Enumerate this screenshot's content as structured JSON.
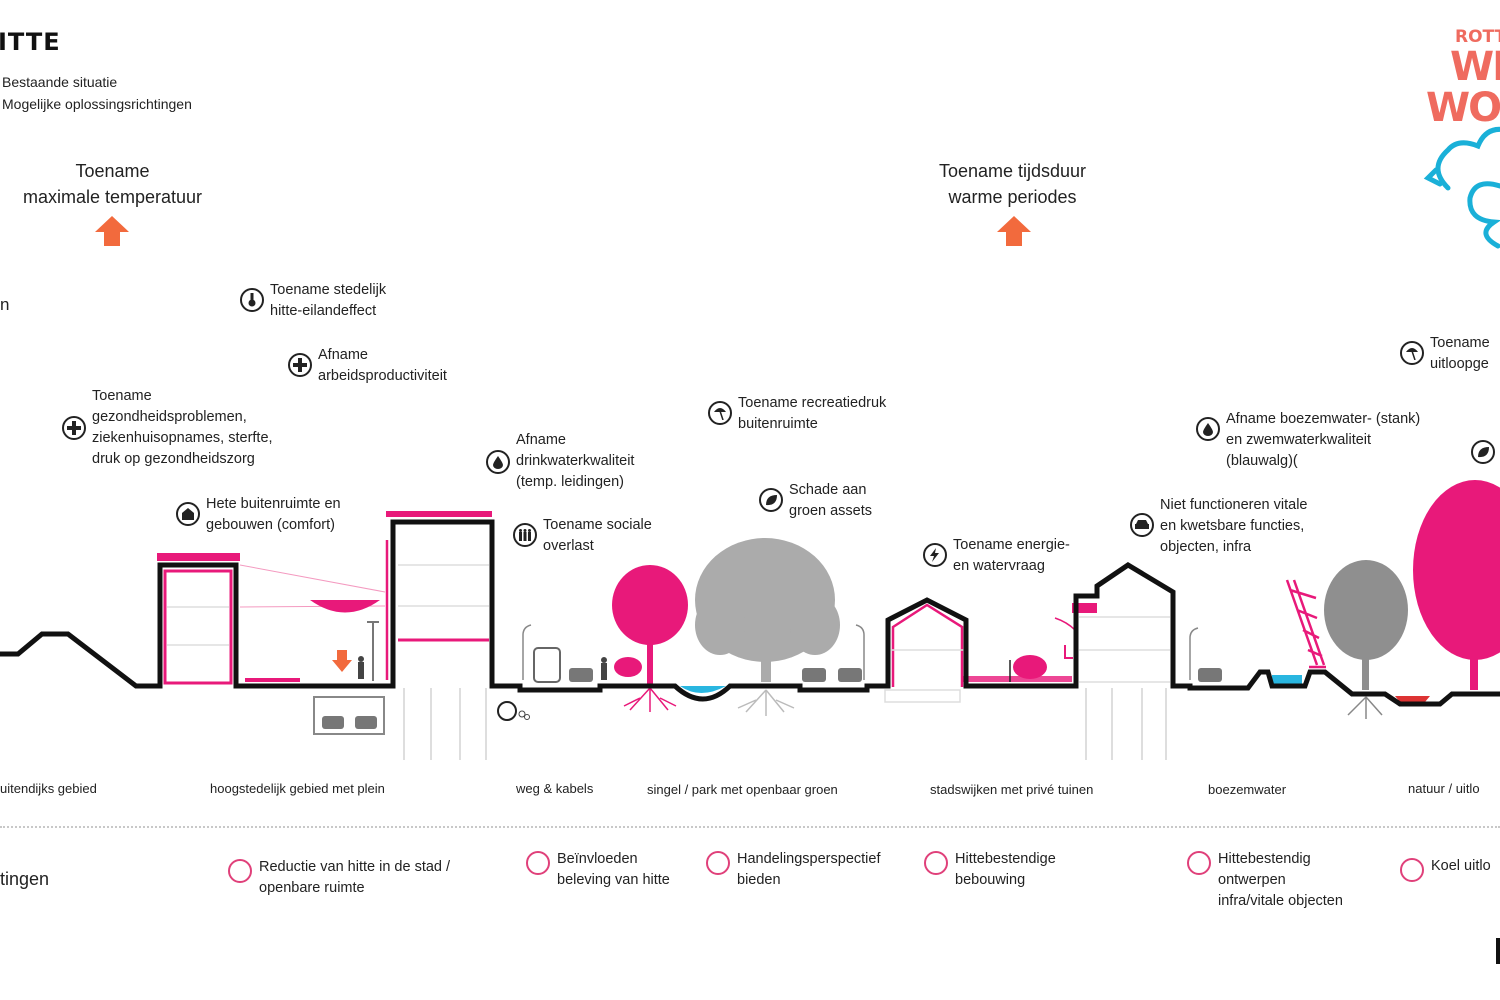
{
  "header": {
    "title_fragment": "ITTE",
    "legend": [
      {
        "label": "Bestaande situatie"
      },
      {
        "label": "Mogelijke oplossingsrichtingen"
      }
    ],
    "left_edge_fragment": "n"
  },
  "drivers": [
    {
      "label": "Toename\nmaximale temperatuur",
      "icon": "up-arrow-icon"
    },
    {
      "label": "Toename tijdsduur\nwarme periodes",
      "icon": "up-arrow-icon"
    }
  ],
  "logo": {
    "line1": "ROTT",
    "line2": "WI",
    "line3": "WO",
    "icon": "cloud-cycle-icon"
  },
  "effects": [
    {
      "icon": "thermometer-icon",
      "text": "Toename stedelijk\nhitte-eilandeffect"
    },
    {
      "icon": "plus-icon",
      "text": "Afname\narbeidsproductiviteit"
    },
    {
      "icon": "plus-icon",
      "text": "Toename\ngezondheidsproblemen,\nziekenhuisopnames, sterfte,\ndruk op gezondheidszorg"
    },
    {
      "icon": "house-icon",
      "text": "Hete buitenruimte en\ngebouwen (comfort)"
    },
    {
      "icon": "water-drop-icon",
      "text": "Afname\ndrinkwaterkwaliteit\n(temp. leidingen)"
    },
    {
      "icon": "people-icon",
      "text": "Toename sociale\noverlast"
    },
    {
      "icon": "parasol-icon",
      "text": "Toename recreatiedruk\nbuitenruimte"
    },
    {
      "icon": "leaf-icon",
      "text": "Schade aan\ngroen assets"
    },
    {
      "icon": "lightning-icon",
      "text": "Toename energie-\nen watervraag"
    },
    {
      "icon": "car-icon",
      "text": "Niet functioneren vitale\nen kwetsbare functies,\nobjecten, infra"
    },
    {
      "icon": "water-drop-icon",
      "text": "Afname boezemwater- (stank)\nen zwemwaterkwaliteit\n(blauwalg)("
    },
    {
      "icon": "parasol-icon",
      "text": "Toename\nuitloopge"
    },
    {
      "icon": "leaf-icon",
      "text": ""
    }
  ],
  "zones": [
    "uitendijks gebied",
    "hoogstedelijk gebied met plein",
    "weg & kabels",
    "singel / park met openbaar groen",
    "stadswijken met privé tuinen",
    "boezemwater",
    "natuur / uitlo"
  ],
  "solutions": {
    "heading_fragment": "tingen",
    "items": [
      {
        "text": "Reductie van hitte in de stad /\nopenbare ruimte"
      },
      {
        "text": "Beïnvloeden\nbeleving van hitte"
      },
      {
        "text": "Handelingsperspectief\nbieden"
      },
      {
        "text": "Hittebestendige\nbebouwing"
      },
      {
        "text": "Hittebestendig\nontwerpen\ninfra/vitale objecten"
      },
      {
        "text": "Koel uitlo"
      }
    ]
  },
  "colors": {
    "accent_pink": "#e8197a",
    "arrow_orange": "#f26a3d",
    "water_blue": "#29b6e0",
    "logo_red": "#ef6b5f",
    "logo_blue": "#1ab0d8",
    "tree_gray": "#a7a7a7",
    "ground_black": "#111111"
  }
}
